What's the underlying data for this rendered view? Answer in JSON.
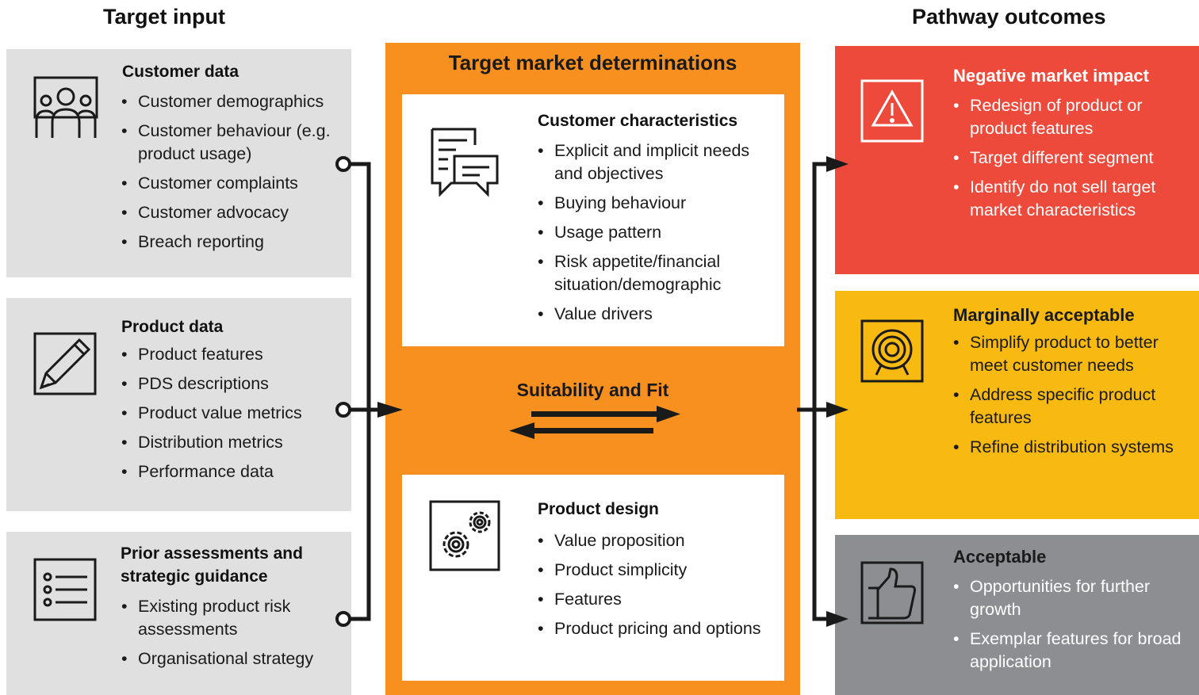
{
  "columns": {
    "left_heading": "Target input",
    "right_heading": "Pathway outcomes"
  },
  "inputs": [
    {
      "title": "Customer data",
      "icon": "customers-group-icon",
      "items": [
        "Customer demographics",
        "Customer behaviour (e.g. product usage)",
        "Customer complaints",
        "Customer advocacy",
        "Breach reporting"
      ]
    },
    {
      "title": "Product data",
      "icon": "pencil-edit-icon",
      "items": [
        "Product features",
        "PDS descriptions",
        "Product value metrics",
        "Distribution metrics",
        "Performance data"
      ]
    },
    {
      "title": "Prior assessments and strategic guidance",
      "icon": "checklist-icon",
      "items": [
        "Existing product risk assessments",
        "Organisational strategy"
      ]
    }
  ],
  "center": {
    "title": "Target market determinations",
    "mid_label": "Suitability and Fit",
    "cards": [
      {
        "title": "Customer characteristics",
        "icon": "chat-document-icon",
        "items": [
          "Explicit and implicit needs and objectives",
          "Buying behaviour",
          "Usage pattern",
          "Risk appetite/financial situation/demographic",
          "Value drivers"
        ]
      },
      {
        "title": "Product design",
        "icon": "gears-icon",
        "items": [
          "Value proposition",
          "Product simplicity",
          "Features",
          "Product pricing and options"
        ]
      }
    ]
  },
  "outcomes": [
    {
      "title": "Negative market impact",
      "icon": "warning-icon",
      "color": "#ee4a3c",
      "items": [
        "Redesign of product or product features",
        "Target different segment",
        "Identify do not sell target market characteristics"
      ]
    },
    {
      "title": "Marginally acceptable",
      "icon": "target-icon",
      "color": "#f8b911",
      "items": [
        "Simplify product to better meet customer needs",
        "Address specific product features",
        "Refine distribution systems"
      ]
    },
    {
      "title": "Acceptable",
      "icon": "thumbs-up-icon",
      "color": "#8d8e91",
      "items": [
        "Opportunities for further growth",
        "Exemplar features for broad application"
      ]
    }
  ]
}
